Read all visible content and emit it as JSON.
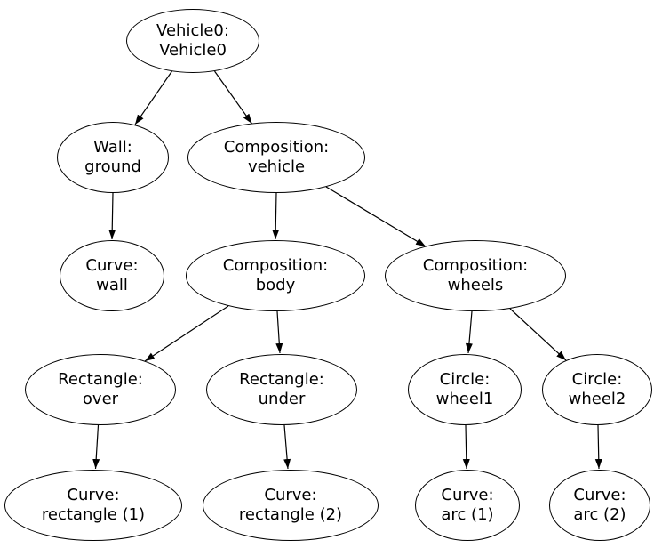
{
  "diagram": {
    "type": "graph-tree",
    "background_color": "#ffffff",
    "node_fill_color": "#ffffff",
    "node_stroke_color": "#000000",
    "edge_color": "#000000",
    "text_color": "#000000",
    "nodes": [
      {
        "id": "vehicle0",
        "label": "Vehicle0:\nVehicle0"
      },
      {
        "id": "wall-ground",
        "label": "Wall:\nground"
      },
      {
        "id": "composition-vehicle",
        "label": "Composition:\nvehicle"
      },
      {
        "id": "curve-wall",
        "label": "Curve:\nwall"
      },
      {
        "id": "composition-body",
        "label": "Composition:\nbody"
      },
      {
        "id": "composition-wheels",
        "label": "Composition:\nwheels"
      },
      {
        "id": "rectangle-over",
        "label": "Rectangle:\nover"
      },
      {
        "id": "rectangle-under",
        "label": "Rectangle:\nunder"
      },
      {
        "id": "circle-wheel1",
        "label": "Circle:\nwheel1"
      },
      {
        "id": "circle-wheel2",
        "label": "Circle:\nwheel2"
      },
      {
        "id": "curve-rectangle-1",
        "label": "Curve:\nrectangle (1)"
      },
      {
        "id": "curve-rectangle-2",
        "label": "Curve:\nrectangle (2)"
      },
      {
        "id": "curve-arc-1",
        "label": "Curve:\narc (1)"
      },
      {
        "id": "curve-arc-2",
        "label": "Curve:\narc (2)"
      }
    ],
    "edges": [
      {
        "from": "vehicle0",
        "to": "wall-ground"
      },
      {
        "from": "vehicle0",
        "to": "composition-vehicle"
      },
      {
        "from": "wall-ground",
        "to": "curve-wall"
      },
      {
        "from": "composition-vehicle",
        "to": "composition-body"
      },
      {
        "from": "composition-vehicle",
        "to": "composition-wheels"
      },
      {
        "from": "composition-body",
        "to": "rectangle-over"
      },
      {
        "from": "composition-body",
        "to": "rectangle-under"
      },
      {
        "from": "composition-wheels",
        "to": "circle-wheel1"
      },
      {
        "from": "composition-wheels",
        "to": "circle-wheel2"
      },
      {
        "from": "rectangle-over",
        "to": "curve-rectangle-1"
      },
      {
        "from": "rectangle-under",
        "to": "curve-rectangle-2"
      },
      {
        "from": "circle-wheel1",
        "to": "curve-arc-1"
      },
      {
        "from": "circle-wheel2",
        "to": "curve-arc-2"
      }
    ]
  }
}
